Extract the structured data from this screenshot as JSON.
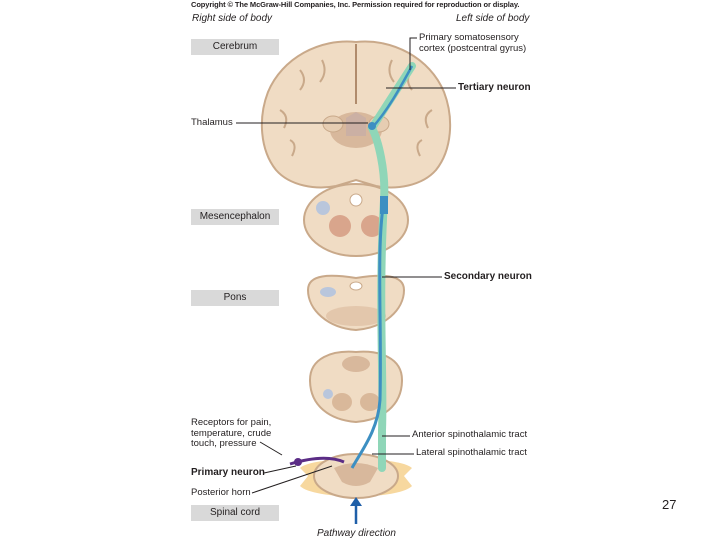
{
  "copyright": "Copyright © The McGraw-Hill Companies, Inc. Permission required for reproduction or display.",
  "sides": {
    "right": "Right side of body",
    "left": "Left side of body"
  },
  "regions": [
    "Cerebrum",
    "Mesencephalon",
    "Pons",
    "Spinal cord"
  ],
  "labels": {
    "cortex_1": "Primary somatosensory",
    "cortex_2": "cortex (postcentral gyrus)",
    "tertiary": "Tertiary neuron",
    "thalamus": "Thalamus",
    "secondary": "Secondary neuron",
    "receptors_1": "Receptors for pain,",
    "receptors_2": "temperature, crude",
    "receptors_3": "touch, pressure",
    "primary": "Primary neuron",
    "posterior_horn": "Posterior horn",
    "anterior_tract": "Anterior spinothalamic tract",
    "lateral_tract": "Lateral spinothalamic tract"
  },
  "pathway_direction": "Pathway direction",
  "page_number": "27",
  "colors": {
    "tissue": "#f0dcc4",
    "tissue_dark": "#c9a98a",
    "gray_matter": "#d8b89c",
    "neuron_blue": "#3d8fc2",
    "neuron_green": "#8fd6b8",
    "neuron_purple": "#5b2d86",
    "nerve_yellow": "#f2c36b",
    "label_box": "#d9d9d9",
    "arrow": "#1f5fa8"
  }
}
